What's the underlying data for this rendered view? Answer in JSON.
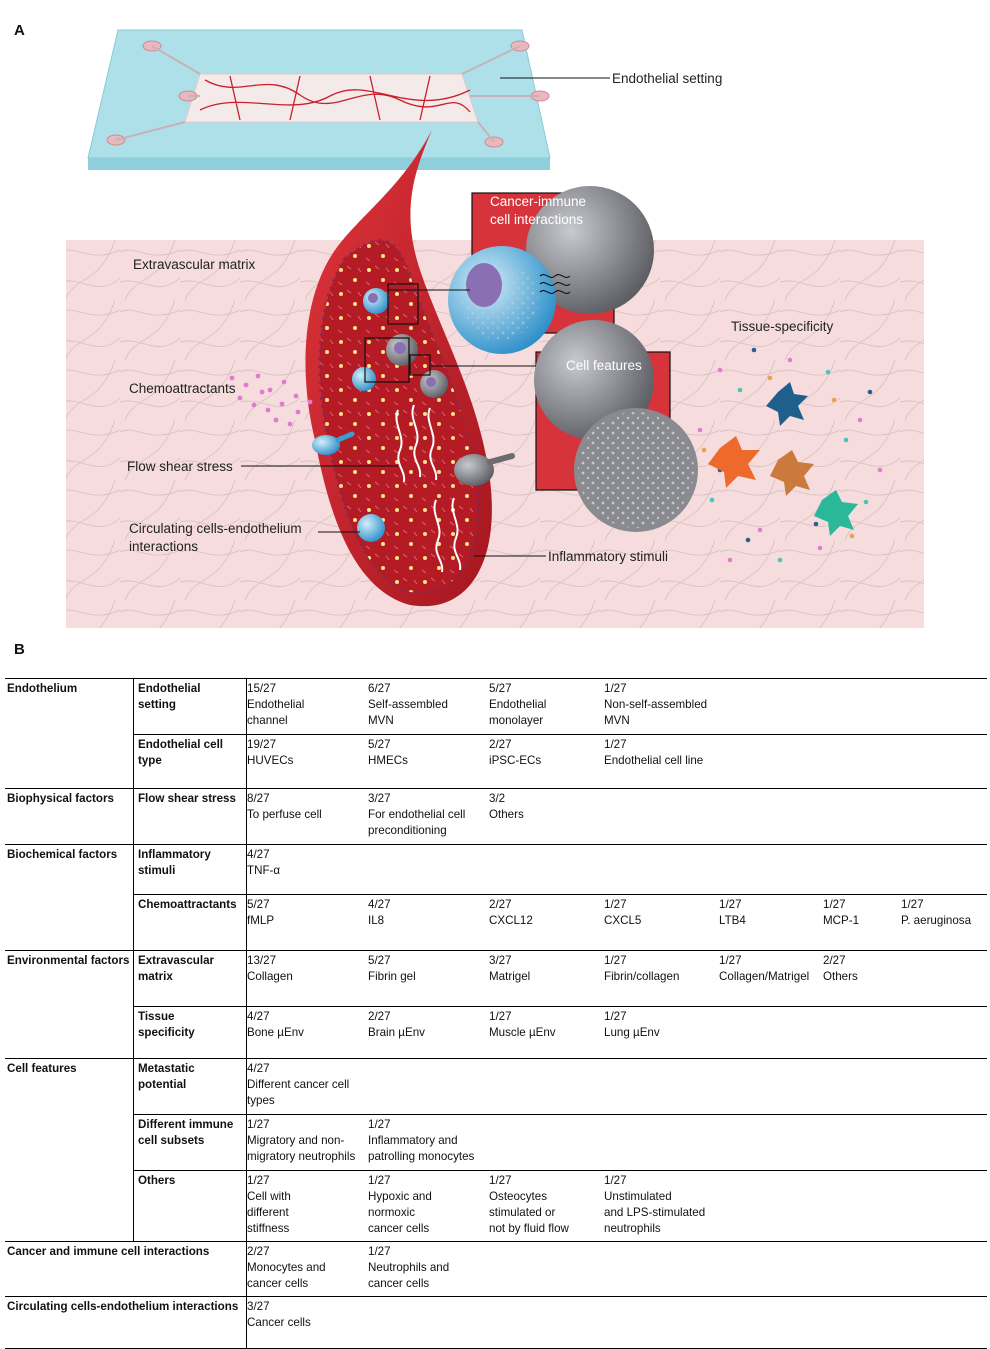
{
  "panels": {
    "a": "A",
    "b": "B"
  },
  "diagram": {
    "labels": {
      "endothelial_setting": "Endothelial setting",
      "extravascular_matrix": "Extravascular matrix",
      "chemoattractants": "Chemoattractants",
      "flow_shear_stress": "Flow shear stress",
      "circulating_line1": "Circulating cells-endothelium",
      "circulating_line2": "interactions",
      "inflammatory_stimuli": "Inflammatory stimuli",
      "tissue_specificity": "Tissue-specificity"
    },
    "insets": {
      "cancer_immune_line1": "Cancer-immune",
      "cancer_immune_line2": "cell interactions",
      "cell_features": "Cell features"
    },
    "colors": {
      "background_tissue": "#f6dcdc",
      "vessel_red": "#c8202a",
      "chip_blue": "#aee0ea",
      "cancer_cell_gray": "#7c7d82",
      "immune_cell_blue": "#3a9ed3",
      "nucleus_purple": "#8a6fb4"
    }
  },
  "table": {
    "rows": [
      {
        "category": "Endothelium",
        "sub": "Endothelial\nsetting",
        "values": [
          "15/27\nEndothelial\nchannel",
          "6/27\nSelf-assembled\nMVN",
          "5/27\nEndothelial\nmonolayer",
          "1/27\nNon-self-assembled\nMVN",
          "",
          "",
          ""
        ]
      },
      {
        "category": "",
        "sub": "Endothelial cell\ntype",
        "values": [
          "19/27\nHUVECs",
          "5/27\nHMECs",
          "2/27\niPSC-ECs",
          "1/27\nEndothelial cell line",
          "",
          "",
          ""
        ]
      },
      {
        "category": "Biophysical factors",
        "sub": "Flow shear stress",
        "values": [
          "8/27\nTo perfuse cell",
          "3/27\nFor endothelial cell\npreconditioning",
          "3/2\nOthers",
          "",
          "",
          "",
          ""
        ]
      },
      {
        "category": "Biochemical factors",
        "sub": "Inflammatory\nstimuli",
        "values": [
          "4/27\nTNF-α",
          "",
          "",
          "",
          "",
          "",
          ""
        ]
      },
      {
        "category": "",
        "sub": "Chemoattractants",
        "values": [
          "5/27\nfMLP",
          "4/27\nIL8",
          "2/27\nCXCL12",
          "1/27\nCXCL5",
          "1/27\nLTB4",
          "1/27\nMCP-1",
          "1/27\nP. aeruginosa"
        ]
      },
      {
        "category": "Environmental factors",
        "sub": "Extravascular\nmatrix",
        "values": [
          "13/27\nCollagen",
          "5/27\nFibrin gel",
          "3/27\nMatrigel",
          "1/27\nFibrin/collagen",
          "1/27\nCollagen/Matrigel",
          "2/27\nOthers",
          ""
        ]
      },
      {
        "category": "",
        "sub": "Tissue\nspecificity",
        "values": [
          "4/27\nBone µEnv",
          "2/27\nBrain µEnv",
          "1/27\nMuscle µEnv",
          "1/27\nLung µEnv",
          "",
          "",
          ""
        ]
      },
      {
        "category": "Cell features",
        "sub": "Metastatic\npotential",
        "values": [
          "4/27\nDifferent cancer cell\ntypes",
          "",
          "",
          "",
          "",
          "",
          ""
        ]
      },
      {
        "category": "",
        "sub": "Different immune\ncell subsets",
        "values": [
          "1/27\nMigratory and non-\nmigratory neutrophils",
          "1/27\nInflammatory and\npatrolling monocytes",
          "",
          "",
          "",
          "",
          ""
        ]
      },
      {
        "category": "",
        "sub": "Others",
        "values": [
          "1/27\nCell with\ndifferent\nstiffness",
          "1/27\nHypoxic and\nnormoxic\ncancer cells",
          "1/27\nOsteocytes\nstimulated or\nnot by fluid flow",
          "1/27\nUnstimulated\nand LPS-stimulated\nneutrophils",
          "",
          "",
          ""
        ]
      },
      {
        "category": "Cancer and immune cell interactions",
        "sub": "",
        "values": [
          "2/27\nMonocytes and\ncancer cells",
          "1/27\nNeutrophils and\ncancer cells",
          "",
          "",
          "",
          "",
          ""
        ]
      },
      {
        "category": "Circulating cells-endothelium interactions",
        "sub": "",
        "values": [
          "3/27\nCancer cells",
          "",
          "",
          "",
          "",
          "",
          ""
        ]
      }
    ]
  }
}
